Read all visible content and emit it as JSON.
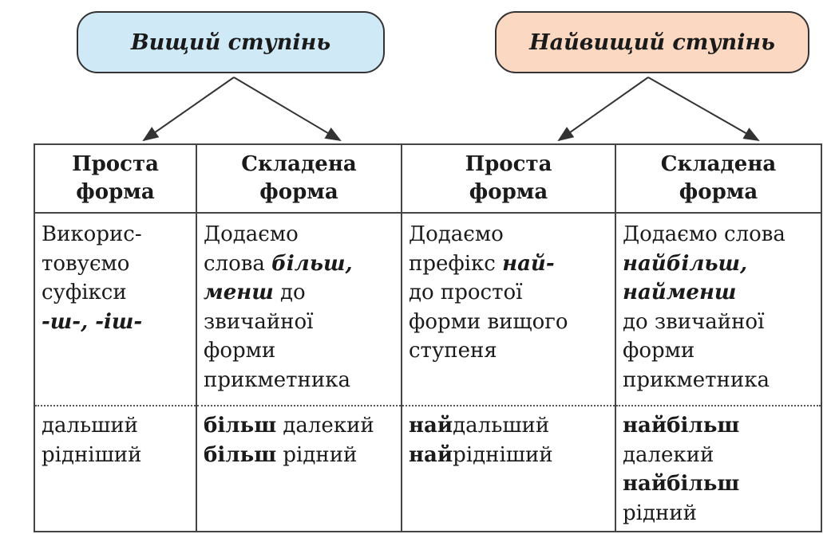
{
  "degrees": {
    "comparative": {
      "label": "Вищий ступінь",
      "color": "#cfe9f7"
    },
    "superlative": {
      "label": "Найвищий ступінь",
      "color": "#fbd8c2"
    }
  },
  "headers": [
    [
      "Проста",
      "форма"
    ],
    [
      "Складена",
      "форма"
    ],
    [
      "Проста",
      "форма"
    ],
    [
      "Складена",
      "форма"
    ]
  ],
  "rules": [
    [
      [
        {
          "t": "Викорис-",
          "s": ""
        }
      ],
      [
        {
          "t": "товуємо",
          "s": ""
        }
      ],
      [
        {
          "t": "суфікси",
          "s": ""
        }
      ],
      [
        {
          "t": "-ш-, -іш-",
          "s": "bi"
        }
      ]
    ],
    [
      [
        {
          "t": "Додаємо",
          "s": ""
        }
      ],
      [
        {
          "t": "слова ",
          "s": ""
        },
        {
          "t": "більш,",
          "s": "bi"
        }
      ],
      [
        {
          "t": "менш",
          "s": "bi"
        },
        {
          "t": " до",
          "s": ""
        }
      ],
      [
        {
          "t": "звичайної",
          "s": ""
        }
      ],
      [
        {
          "t": "форми",
          "s": ""
        }
      ],
      [
        {
          "t": "прикметника",
          "s": ""
        }
      ]
    ],
    [
      [
        {
          "t": "Додаємо",
          "s": ""
        }
      ],
      [
        {
          "t": "префікс ",
          "s": ""
        },
        {
          "t": "най-",
          "s": "bi"
        }
      ],
      [
        {
          "t": "до простої",
          "s": ""
        }
      ],
      [
        {
          "t": "форми вищого",
          "s": ""
        }
      ],
      [
        {
          "t": "ступеня",
          "s": ""
        }
      ]
    ],
    [
      [
        {
          "t": "Додаємо слова",
          "s": ""
        }
      ],
      [
        {
          "t": "найбільш,",
          "s": "bi"
        }
      ],
      [
        {
          "t": "найменш",
          "s": "bi"
        }
      ],
      [
        {
          "t": "до звичайної",
          "s": ""
        }
      ],
      [
        {
          "t": "форми",
          "s": ""
        }
      ],
      [
        {
          "t": "прикметника",
          "s": ""
        }
      ]
    ]
  ],
  "examples": [
    [
      [
        {
          "t": "дальший",
          "s": ""
        }
      ],
      [
        {
          "t": "рідніший",
          "s": ""
        }
      ]
    ],
    [
      [
        {
          "t": "більш",
          "s": "b"
        },
        {
          "t": " далекий",
          "s": ""
        }
      ],
      [
        {
          "t": "більш",
          "s": "b"
        },
        {
          "t": " рідний",
          "s": ""
        }
      ]
    ],
    [
      [
        {
          "t": "най",
          "s": "b"
        },
        {
          "t": "дальший",
          "s": ""
        }
      ],
      [
        {
          "t": "най",
          "s": "b"
        },
        {
          "t": "рідніший",
          "s": ""
        }
      ]
    ],
    [
      [
        {
          "t": "найбільш",
          "s": "b"
        }
      ],
      [
        {
          "t": "далекий",
          "s": ""
        }
      ],
      [
        {
          "t": "найбільш",
          "s": "b"
        }
      ],
      [
        {
          "t": "рідний",
          "s": ""
        }
      ]
    ]
  ]
}
